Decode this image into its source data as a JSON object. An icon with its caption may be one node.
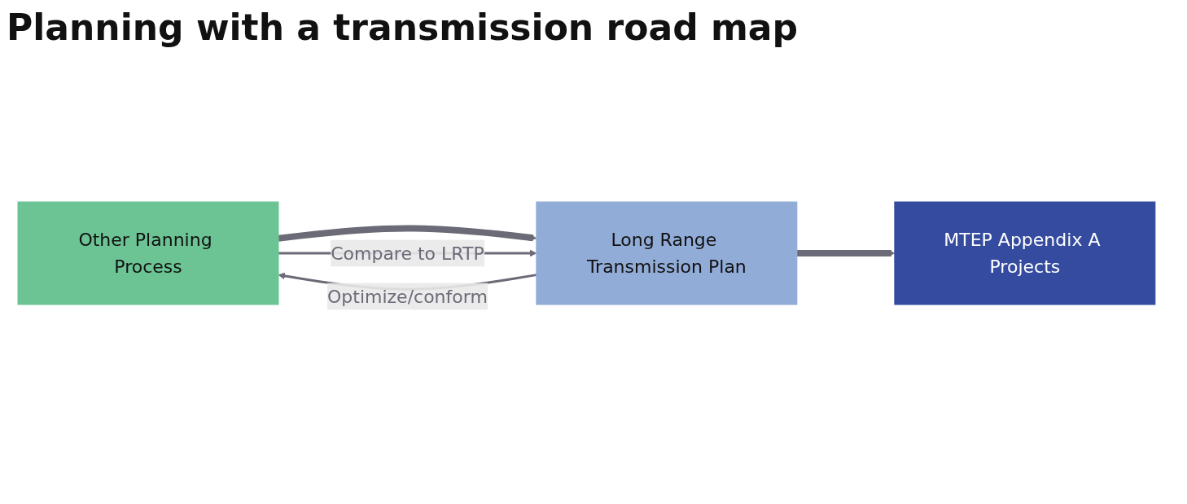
{
  "diagram": {
    "title": "Planning with a transmission road map",
    "nodes": [
      {
        "text": [
          "Other Planning Process"
        ]
      },
      {
        "text": [
          "Long Range Transmission Plan"
        ]
      },
      {
        "text": [
          "MTEP Appendix A Projects"
        ]
      }
    ],
    "edges": [
      {
        "from": 1,
        "to": 0,
        "arrow": "to",
        "label": "Optimize/conform"
      },
      {
        "from": 0,
        "to": 1,
        "arrow": "to",
        "style": "thick"
      },
      {
        "from": 1,
        "to": 2,
        "arrow": "to",
        "style": "thick"
      },
      {
        "from": 0,
        "to": 1,
        "arrow": "to",
        "label": "Compare to LRTP"
      }
    ]
  }
}
